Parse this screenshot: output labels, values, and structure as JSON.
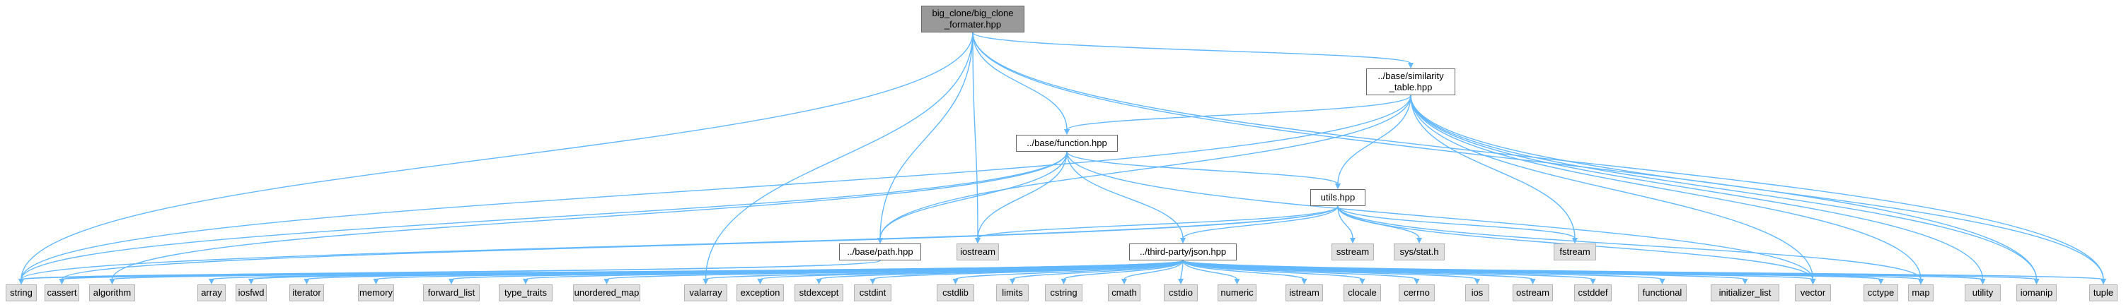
{
  "nodes": [
    {
      "id": "root",
      "label": "big_clone/big_clone\n_formater.hpp",
      "kind": "root"
    },
    {
      "id": "similarity",
      "label": "../base/similarity\n_table.hpp",
      "kind": "local"
    },
    {
      "id": "function",
      "label": "../base/function.hpp",
      "kind": "local"
    },
    {
      "id": "utils",
      "label": "utils.hpp",
      "kind": "local"
    },
    {
      "id": "path",
      "label": "../base/path.hpp",
      "kind": "local"
    },
    {
      "id": "json",
      "label": "../third-party/json.hpp",
      "kind": "local"
    },
    {
      "id": "iostream",
      "label": "iostream",
      "kind": "header"
    },
    {
      "id": "sstream",
      "label": "sstream",
      "kind": "header"
    },
    {
      "id": "sysstat",
      "label": "sys/stat.h",
      "kind": "header"
    },
    {
      "id": "fstream",
      "label": "fstream",
      "kind": "header"
    },
    {
      "id": "string",
      "label": "string",
      "kind": "header"
    },
    {
      "id": "cassert",
      "label": "cassert",
      "kind": "header"
    },
    {
      "id": "algorithm",
      "label": "algorithm",
      "kind": "header"
    },
    {
      "id": "array",
      "label": "array",
      "kind": "header"
    },
    {
      "id": "iosfwd",
      "label": "iosfwd",
      "kind": "header"
    },
    {
      "id": "iterator",
      "label": "iterator",
      "kind": "header"
    },
    {
      "id": "memory",
      "label": "memory",
      "kind": "header"
    },
    {
      "id": "forward_list",
      "label": "forward_list",
      "kind": "header"
    },
    {
      "id": "type_traits",
      "label": "type_traits",
      "kind": "header"
    },
    {
      "id": "unordered_map",
      "label": "unordered_map",
      "kind": "header"
    },
    {
      "id": "valarray",
      "label": "valarray",
      "kind": "header"
    },
    {
      "id": "exception",
      "label": "exception",
      "kind": "header"
    },
    {
      "id": "stdexcept",
      "label": "stdexcept",
      "kind": "header"
    },
    {
      "id": "cstdint",
      "label": "cstdint",
      "kind": "header"
    },
    {
      "id": "cstdlib",
      "label": "cstdlib",
      "kind": "header"
    },
    {
      "id": "limits",
      "label": "limits",
      "kind": "header"
    },
    {
      "id": "cstring",
      "label": "cstring",
      "kind": "header"
    },
    {
      "id": "cmath",
      "label": "cmath",
      "kind": "header"
    },
    {
      "id": "cstdio",
      "label": "cstdio",
      "kind": "header"
    },
    {
      "id": "numeric",
      "label": "numeric",
      "kind": "header"
    },
    {
      "id": "istream",
      "label": "istream",
      "kind": "header"
    },
    {
      "id": "clocale",
      "label": "clocale",
      "kind": "header"
    },
    {
      "id": "cerrno",
      "label": "cerrno",
      "kind": "header"
    },
    {
      "id": "ios",
      "label": "ios",
      "kind": "header"
    },
    {
      "id": "ostream",
      "label": "ostream",
      "kind": "header"
    },
    {
      "id": "cstddef",
      "label": "cstddef",
      "kind": "header"
    },
    {
      "id": "functional",
      "label": "functional",
      "kind": "header"
    },
    {
      "id": "initializer_list",
      "label": "initializer_list",
      "kind": "header"
    },
    {
      "id": "vector",
      "label": "vector",
      "kind": "header"
    },
    {
      "id": "cctype",
      "label": "cctype",
      "kind": "header"
    },
    {
      "id": "map",
      "label": "map",
      "kind": "header"
    },
    {
      "id": "utility",
      "label": "utility",
      "kind": "header"
    },
    {
      "id": "iomanip",
      "label": "iomanip",
      "kind": "header"
    },
    {
      "id": "tuple",
      "label": "tuple",
      "kind": "header"
    }
  ],
  "edges": [
    [
      "root",
      "similarity"
    ],
    [
      "root",
      "function"
    ],
    [
      "root",
      "path"
    ],
    [
      "root",
      "iostream"
    ],
    [
      "root",
      "string"
    ],
    [
      "root",
      "valarray"
    ],
    [
      "root",
      "iomanip"
    ],
    [
      "root",
      "tuple"
    ],
    [
      "similarity",
      "function"
    ],
    [
      "similarity",
      "utils"
    ],
    [
      "similarity",
      "path"
    ],
    [
      "similarity",
      "string"
    ],
    [
      "similarity",
      "fstream"
    ],
    [
      "similarity",
      "vector"
    ],
    [
      "similarity",
      "map"
    ],
    [
      "similarity",
      "utility"
    ],
    [
      "similarity",
      "iomanip"
    ],
    [
      "similarity",
      "tuple"
    ],
    [
      "function",
      "utils"
    ],
    [
      "function",
      "path"
    ],
    [
      "function",
      "json"
    ],
    [
      "function",
      "iostream"
    ],
    [
      "function",
      "string"
    ],
    [
      "function",
      "vector"
    ],
    [
      "function",
      "algorithm"
    ],
    [
      "utils",
      "json"
    ],
    [
      "utils",
      "iostream"
    ],
    [
      "utils",
      "sstream"
    ],
    [
      "utils",
      "sysstat"
    ],
    [
      "utils",
      "fstream"
    ],
    [
      "utils",
      "string"
    ],
    [
      "utils",
      "vector"
    ],
    [
      "utils",
      "map"
    ],
    [
      "utils",
      "cassert"
    ],
    [
      "path",
      "string"
    ],
    [
      "path",
      "cassert"
    ],
    [
      "json",
      "string"
    ],
    [
      "json",
      "cassert"
    ],
    [
      "json",
      "algorithm"
    ],
    [
      "json",
      "array"
    ],
    [
      "json",
      "iosfwd"
    ],
    [
      "json",
      "iterator"
    ],
    [
      "json",
      "memory"
    ],
    [
      "json",
      "forward_list"
    ],
    [
      "json",
      "type_traits"
    ],
    [
      "json",
      "unordered_map"
    ],
    [
      "json",
      "valarray"
    ],
    [
      "json",
      "exception"
    ],
    [
      "json",
      "stdexcept"
    ],
    [
      "json",
      "cstdint"
    ],
    [
      "json",
      "cstdlib"
    ],
    [
      "json",
      "limits"
    ],
    [
      "json",
      "cstring"
    ],
    [
      "json",
      "cmath"
    ],
    [
      "json",
      "cstdio"
    ],
    [
      "json",
      "numeric"
    ],
    [
      "json",
      "istream"
    ],
    [
      "json",
      "clocale"
    ],
    [
      "json",
      "cerrno"
    ],
    [
      "json",
      "ios"
    ],
    [
      "json",
      "ostream"
    ],
    [
      "json",
      "cstddef"
    ],
    [
      "json",
      "functional"
    ],
    [
      "json",
      "initializer_list"
    ],
    [
      "json",
      "vector"
    ],
    [
      "json",
      "cctype"
    ],
    [
      "json",
      "map"
    ],
    [
      "json",
      "utility"
    ],
    [
      "json",
      "tuple"
    ],
    [
      "json",
      "iomanip"
    ]
  ]
}
